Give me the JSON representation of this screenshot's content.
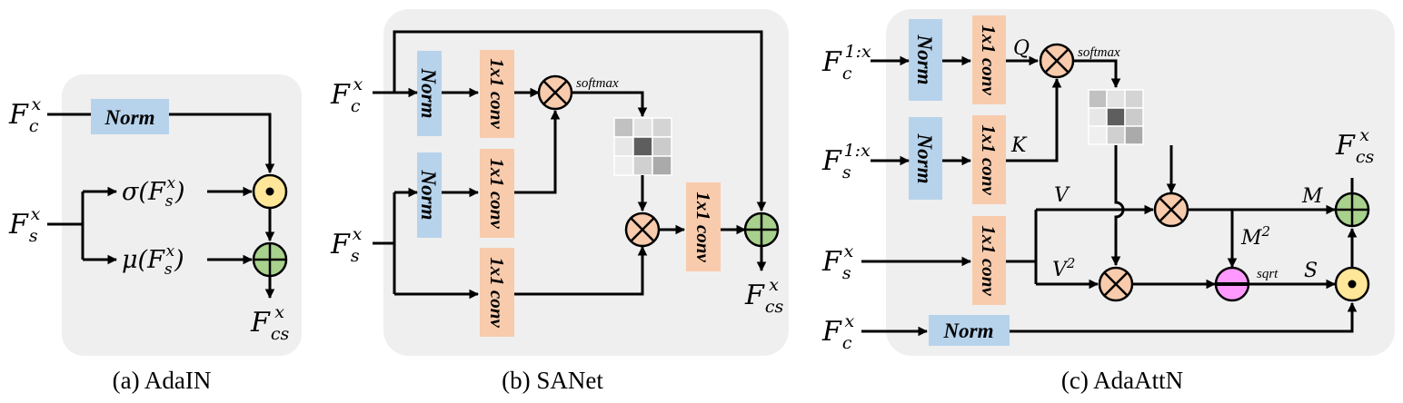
{
  "colors": {
    "panel": "#efefef",
    "norm": "#b7d3ec",
    "conv": "#f8cbad",
    "mul": "#f8cbad",
    "add": "#a9d18e",
    "dot": "#ffe699",
    "sub": "#ff99ff"
  },
  "icons": {
    "mul": "circle-times-icon",
    "add": "circle-plus-icon",
    "dot": "circle-dot-icon",
    "sub": "circle-minus-icon"
  },
  "labels": {
    "norm": "Norm",
    "conv": "1x1 conv",
    "softmax": "softmax",
    "sqrt": "sqrt"
  },
  "symbols": {
    "F": "F",
    "sub_c": "c",
    "sub_s": "s",
    "sub_cs": "cs",
    "sup_x": "x",
    "sup_1x": "1:x",
    "sigma": "σ(",
    "mu": "μ(",
    "close": ")",
    "Q": "Q",
    "K": "K",
    "V": "V",
    "V2": "V",
    "M": "M",
    "M2": "M",
    "S": "S",
    "sq": "2"
  },
  "panels": [
    {
      "caption": "(a) AdaIN"
    },
    {
      "caption": "(b) SANet"
    },
    {
      "caption": "(c) AdaAttN"
    }
  ],
  "attention_map": [
    [
      0.3,
      0.12,
      0.2
    ],
    [
      0.1,
      0.82,
      0.25
    ],
    [
      0.06,
      0.22,
      0.42
    ]
  ]
}
